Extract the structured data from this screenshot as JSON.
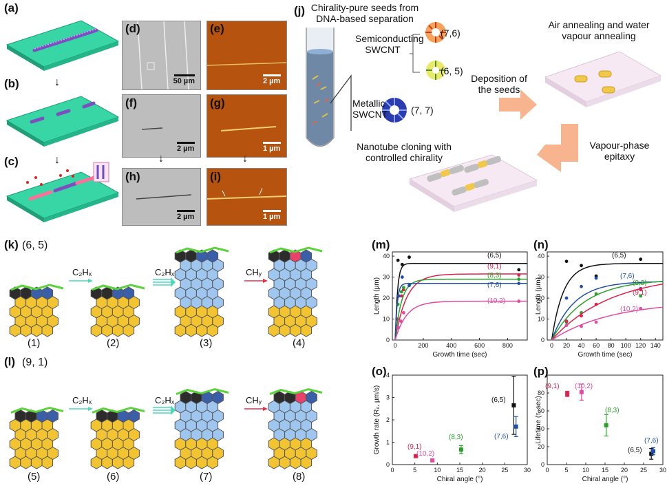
{
  "panels": {
    "a": "(a)",
    "b": "(b)",
    "c": "(c)",
    "d": "(d)",
    "e": "(e)",
    "f": "(f)",
    "g": "(g)",
    "h": "(h)",
    "i": "(i)",
    "j": "(j)",
    "k": "(k)",
    "l": "(l)",
    "m": "(m)",
    "n": "(n)",
    "o": "(o)",
    "p": "(p)"
  },
  "scale_bars": {
    "d": "50 µm",
    "e": "2 µm",
    "f": "2 µm",
    "g": "1 µm",
    "h": "2 µm",
    "i": "1 µm"
  },
  "schematic": {
    "title": "Chirality-pure seeds from DNA-based separation",
    "semiconducting": "Semiconducting SWCNT",
    "metallic": "Metallic SWCNT",
    "c76": "(7,6)",
    "c65": "(6, 5)",
    "c77": "(7, 7)",
    "deposition": "Deposition of the seeds",
    "annealing": "Air annealing and water vapour annealing",
    "cloning": "Nanotube cloning with controlled chirality",
    "epitaxy": "Vapour-phase epitaxy"
  },
  "mechanism": {
    "k_label": "(6, 5)",
    "l_label": "(9, 1)",
    "c2hx": "C₂Hₓ",
    "chy": "CHᵧ",
    "steps": [
      "(1)",
      "(2)",
      "(3)",
      "(4)",
      "(5)",
      "(6)",
      "(7)",
      "(8)"
    ]
  },
  "chart_data": [
    {
      "panel": "m",
      "type": "line",
      "xlabel": "Growth time (sec)",
      "ylabel": "Length (µm)",
      "xlim": [
        -20,
        940
      ],
      "ylim": [
        0,
        42
      ],
      "xticks": [
        0,
        200,
        400,
        600,
        800
      ],
      "yticks": [
        0,
        10,
        20,
        30,
        40
      ],
      "series": [
        {
          "name": "(6,5)",
          "color": "#111111",
          "L": 36.5,
          "tau": 16,
          "points": [
            [
              20,
              38
            ],
            [
              50,
              36
            ],
            [
              100,
              39.5
            ],
            [
              880,
              33.5
            ]
          ]
        },
        {
          "name": "(9,1)",
          "color": "#e0204a",
          "L": 31.5,
          "tau": 80,
          "points": [
            [
              15,
              10
            ],
            [
              45,
              21
            ],
            [
              60,
              24
            ],
            [
              880,
              31
            ]
          ]
        },
        {
          "name": "(8,3)",
          "color": "#2aa02a",
          "L": 29,
          "tau": 45,
          "points": [
            [
              20,
              17
            ],
            [
              45,
              23
            ],
            [
              60,
              25
            ],
            [
              880,
              29
            ]
          ]
        },
        {
          "name": "(7,6)",
          "color": "#1f4fa8",
          "L": 27,
          "tau": 14,
          "points": [
            [
              25,
              21
            ],
            [
              50,
              30
            ],
            [
              100,
              26
            ],
            [
              880,
              27
            ]
          ]
        },
        {
          "name": "(10,2)",
          "color": "#e04aa0",
          "L": 18.5,
          "tau": 80,
          "points": [
            [
              20,
              6
            ],
            [
              40,
              9
            ],
            [
              60,
              13
            ],
            [
              880,
              18.5
            ]
          ]
        }
      ]
    },
    {
      "panel": "n",
      "type": "line",
      "xlabel": "Growth time (sec)",
      "ylabel": "Length (µm)",
      "xlim": [
        -6,
        150
      ],
      "ylim": [
        0,
        42
      ],
      "xticks": [
        0,
        20,
        40,
        60,
        80,
        100,
        120,
        140
      ],
      "yticks": [
        0,
        10,
        20,
        30,
        40
      ],
      "series": [
        {
          "name": "(6,5)",
          "color": "#111111",
          "L": 36.5,
          "tau": 16,
          "points": [
            [
              20,
              37.5
            ],
            [
              40,
              35.5
            ],
            [
              60,
              30.5
            ],
            [
              120,
              38.5
            ]
          ]
        },
        {
          "name": "(7,6)",
          "color": "#1f4fa8",
          "L": 28,
          "tau": 30,
          "points": [
            [
              20,
              20
            ],
            [
              40,
              25.5
            ],
            [
              60,
              29.5
            ],
            [
              120,
              24.5
            ]
          ]
        },
        {
          "name": "(8,3)",
          "color": "#2aa02a",
          "L": 29,
          "tau": 45,
          "points": [
            [
              20,
              8.5
            ],
            [
              40,
              13
            ],
            [
              60,
              22
            ],
            [
              120,
              21
            ]
          ]
        },
        {
          "name": "(9,1)",
          "color": "#e0204a",
          "L": 31.5,
          "tau": 80,
          "points": [
            [
              20,
              9
            ],
            [
              40,
              11.5
            ],
            [
              60,
              17
            ],
            [
              120,
              24
            ]
          ]
        },
        {
          "name": "(10,2)",
          "color": "#e04aa0",
          "L": 18.5,
          "tau": 80,
          "points": [
            [
              20,
              7
            ],
            [
              40,
              6.5
            ],
            [
              60,
              8.5
            ],
            [
              120,
              15
            ]
          ]
        }
      ]
    },
    {
      "panel": "o",
      "type": "scatter",
      "xlabel": "Chiral angle (°)",
      "ylabel": "Growth rate (R₀, µm/s)",
      "xlim": [
        0,
        30
      ],
      "ylim": [
        0,
        4
      ],
      "xticks": [
        0,
        5,
        10,
        15,
        20,
        25,
        30
      ],
      "yticks": [
        0,
        1,
        2,
        3,
        4
      ],
      "points": [
        {
          "name": "(9,1)",
          "x": 5.2,
          "y": 0.38,
          "err": 0.05,
          "color": "#e0204a"
        },
        {
          "name": "(10,2)",
          "x": 8.9,
          "y": 0.19,
          "err": 0.04,
          "color": "#e04aa0"
        },
        {
          "name": "(8,3)",
          "x": 15.3,
          "y": 0.67,
          "err": 0.18,
          "color": "#2aa02a"
        },
        {
          "name": "(6,5)",
          "x": 27.0,
          "y": 2.65,
          "err": 1.3,
          "color": "#111111"
        },
        {
          "name": "(7,6)",
          "x": 27.5,
          "y": 1.7,
          "err": 0.45,
          "color": "#1f4fa8"
        }
      ]
    },
    {
      "panel": "p",
      "type": "scatter",
      "xlabel": "Chiral angle (°)",
      "ylabel": "Lifetime (τ, sec)",
      "xlim": [
        0,
        30
      ],
      "ylim": [
        0,
        100
      ],
      "xticks": [
        0,
        5,
        10,
        15,
        20,
        25,
        30
      ],
      "yticks": [
        0,
        20,
        40,
        60,
        80
      ],
      "points": [
        {
          "name": "(9,1)",
          "x": 5.2,
          "y": 79,
          "err": 3,
          "color": "#e0204a"
        },
        {
          "name": "(10,2)",
          "x": 8.9,
          "y": 81,
          "err": 9,
          "color": "#e04aa0"
        },
        {
          "name": "(8,3)",
          "x": 15.3,
          "y": 44,
          "err": 12,
          "color": "#2aa02a"
        },
        {
          "name": "(6,5)",
          "x": 27.0,
          "y": 12,
          "err": 6,
          "color": "#111111"
        },
        {
          "name": "(7,6)",
          "x": 27.5,
          "y": 15,
          "err": 4,
          "color": "#1f4fa8"
        }
      ]
    }
  ]
}
